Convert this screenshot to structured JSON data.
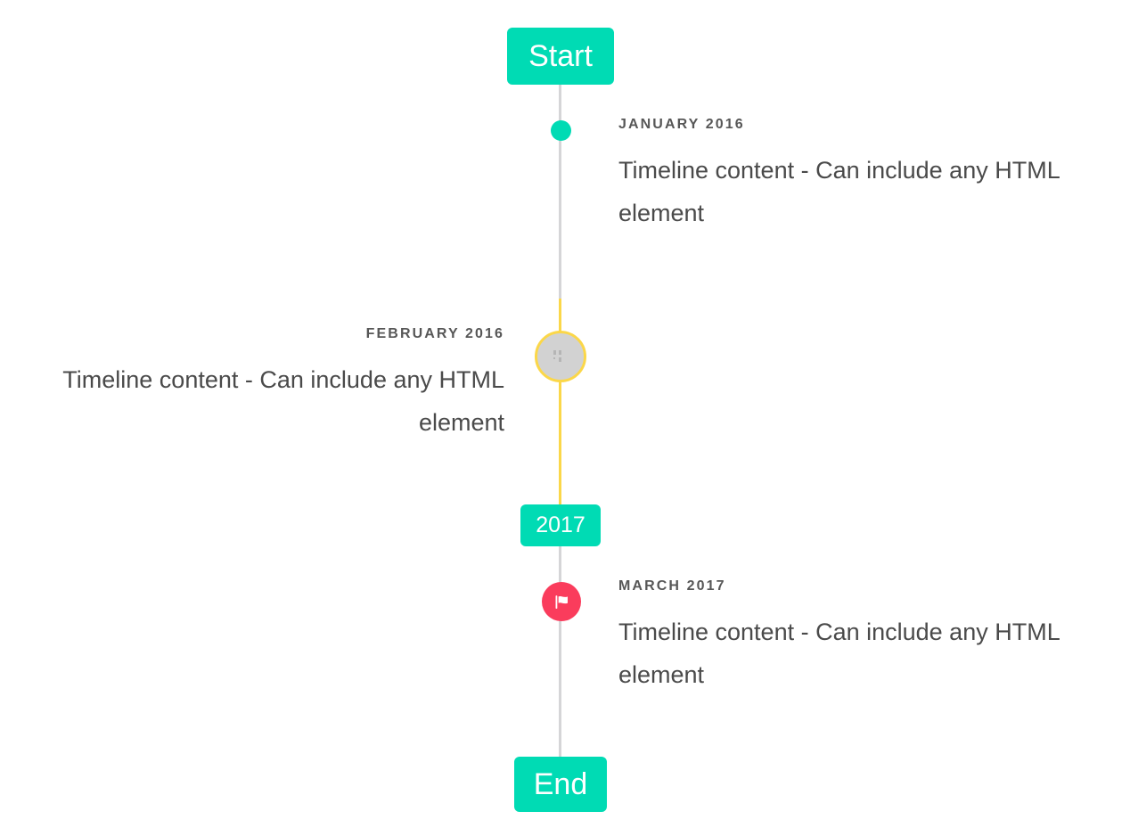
{
  "rail": {
    "default_color": "#d5d5d7",
    "accent_color": "#fbd749"
  },
  "milestones": [
    {
      "id": "start",
      "label": "Start",
      "color": "#00dbb4"
    },
    {
      "id": "year",
      "label": "2017",
      "color": "#00dbb4"
    },
    {
      "id": "end",
      "label": "End",
      "color": "#00dbb4"
    }
  ],
  "events": [
    {
      "id": "january-2016",
      "label": "JANUARY 2016",
      "body": "Timeline content - Can include any HTML element",
      "side": "right",
      "marker": {
        "type": "dot",
        "icon": "dot-icon",
        "color": "#00dbb4"
      }
    },
    {
      "id": "february-2016",
      "label": "FEBRUARY 2016",
      "body": "Timeline content - Can include any HTML element",
      "side": "left",
      "marker": {
        "type": "image",
        "icon": "broken-image-icon",
        "color": "#d2d2d2",
        "ring_color": "#fbd749"
      }
    },
    {
      "id": "march-2017",
      "label": "MARCH 2017",
      "body": "Timeline content - Can include any HTML element",
      "side": "right",
      "marker": {
        "type": "flag",
        "icon": "flag-icon",
        "color": "#fa3c5c"
      }
    }
  ],
  "text_colors": {
    "label": "#575757",
    "body": "#4a4a4a"
  }
}
